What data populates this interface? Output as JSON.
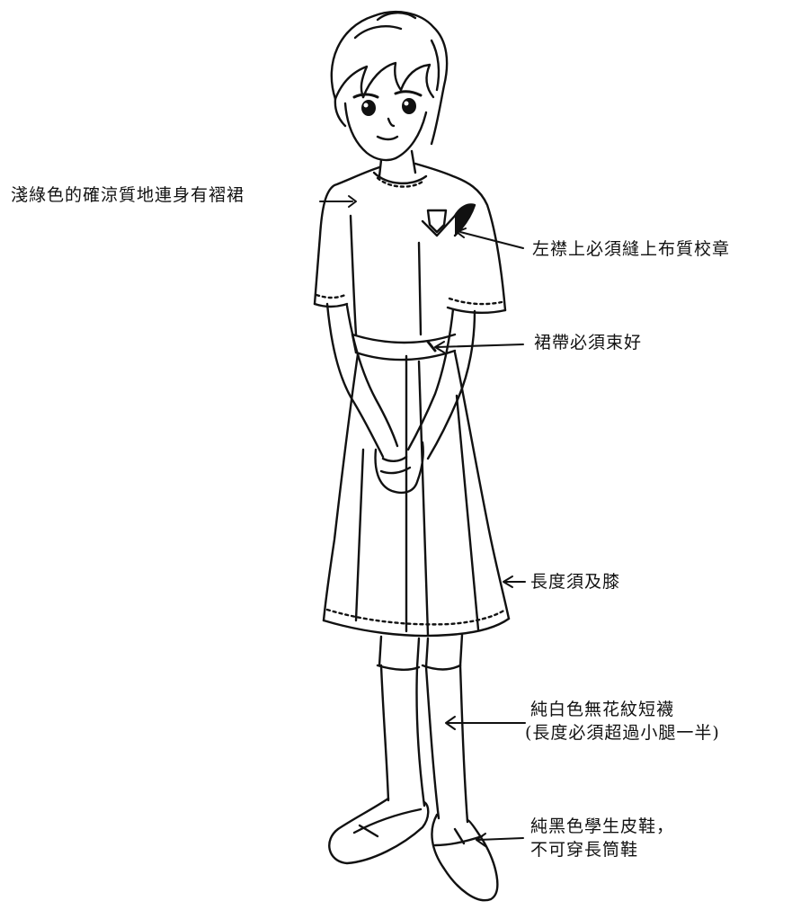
{
  "annotations": {
    "dress": "淺綠色的確涼質地連身有褶裙",
    "badge": "左襟上必須縫上布質校章",
    "belt": "裙帶必須束好",
    "length": "長度須及膝",
    "socks_line1": "純白色無花紋短襪",
    "socks_line2": "(長度必須超過小腿一半)",
    "shoes_line1": "純黑色學生皮鞋，",
    "shoes_line2": "不可穿長筒鞋"
  },
  "colors": {
    "ink": "#111111",
    "paper": "#ffffff"
  }
}
